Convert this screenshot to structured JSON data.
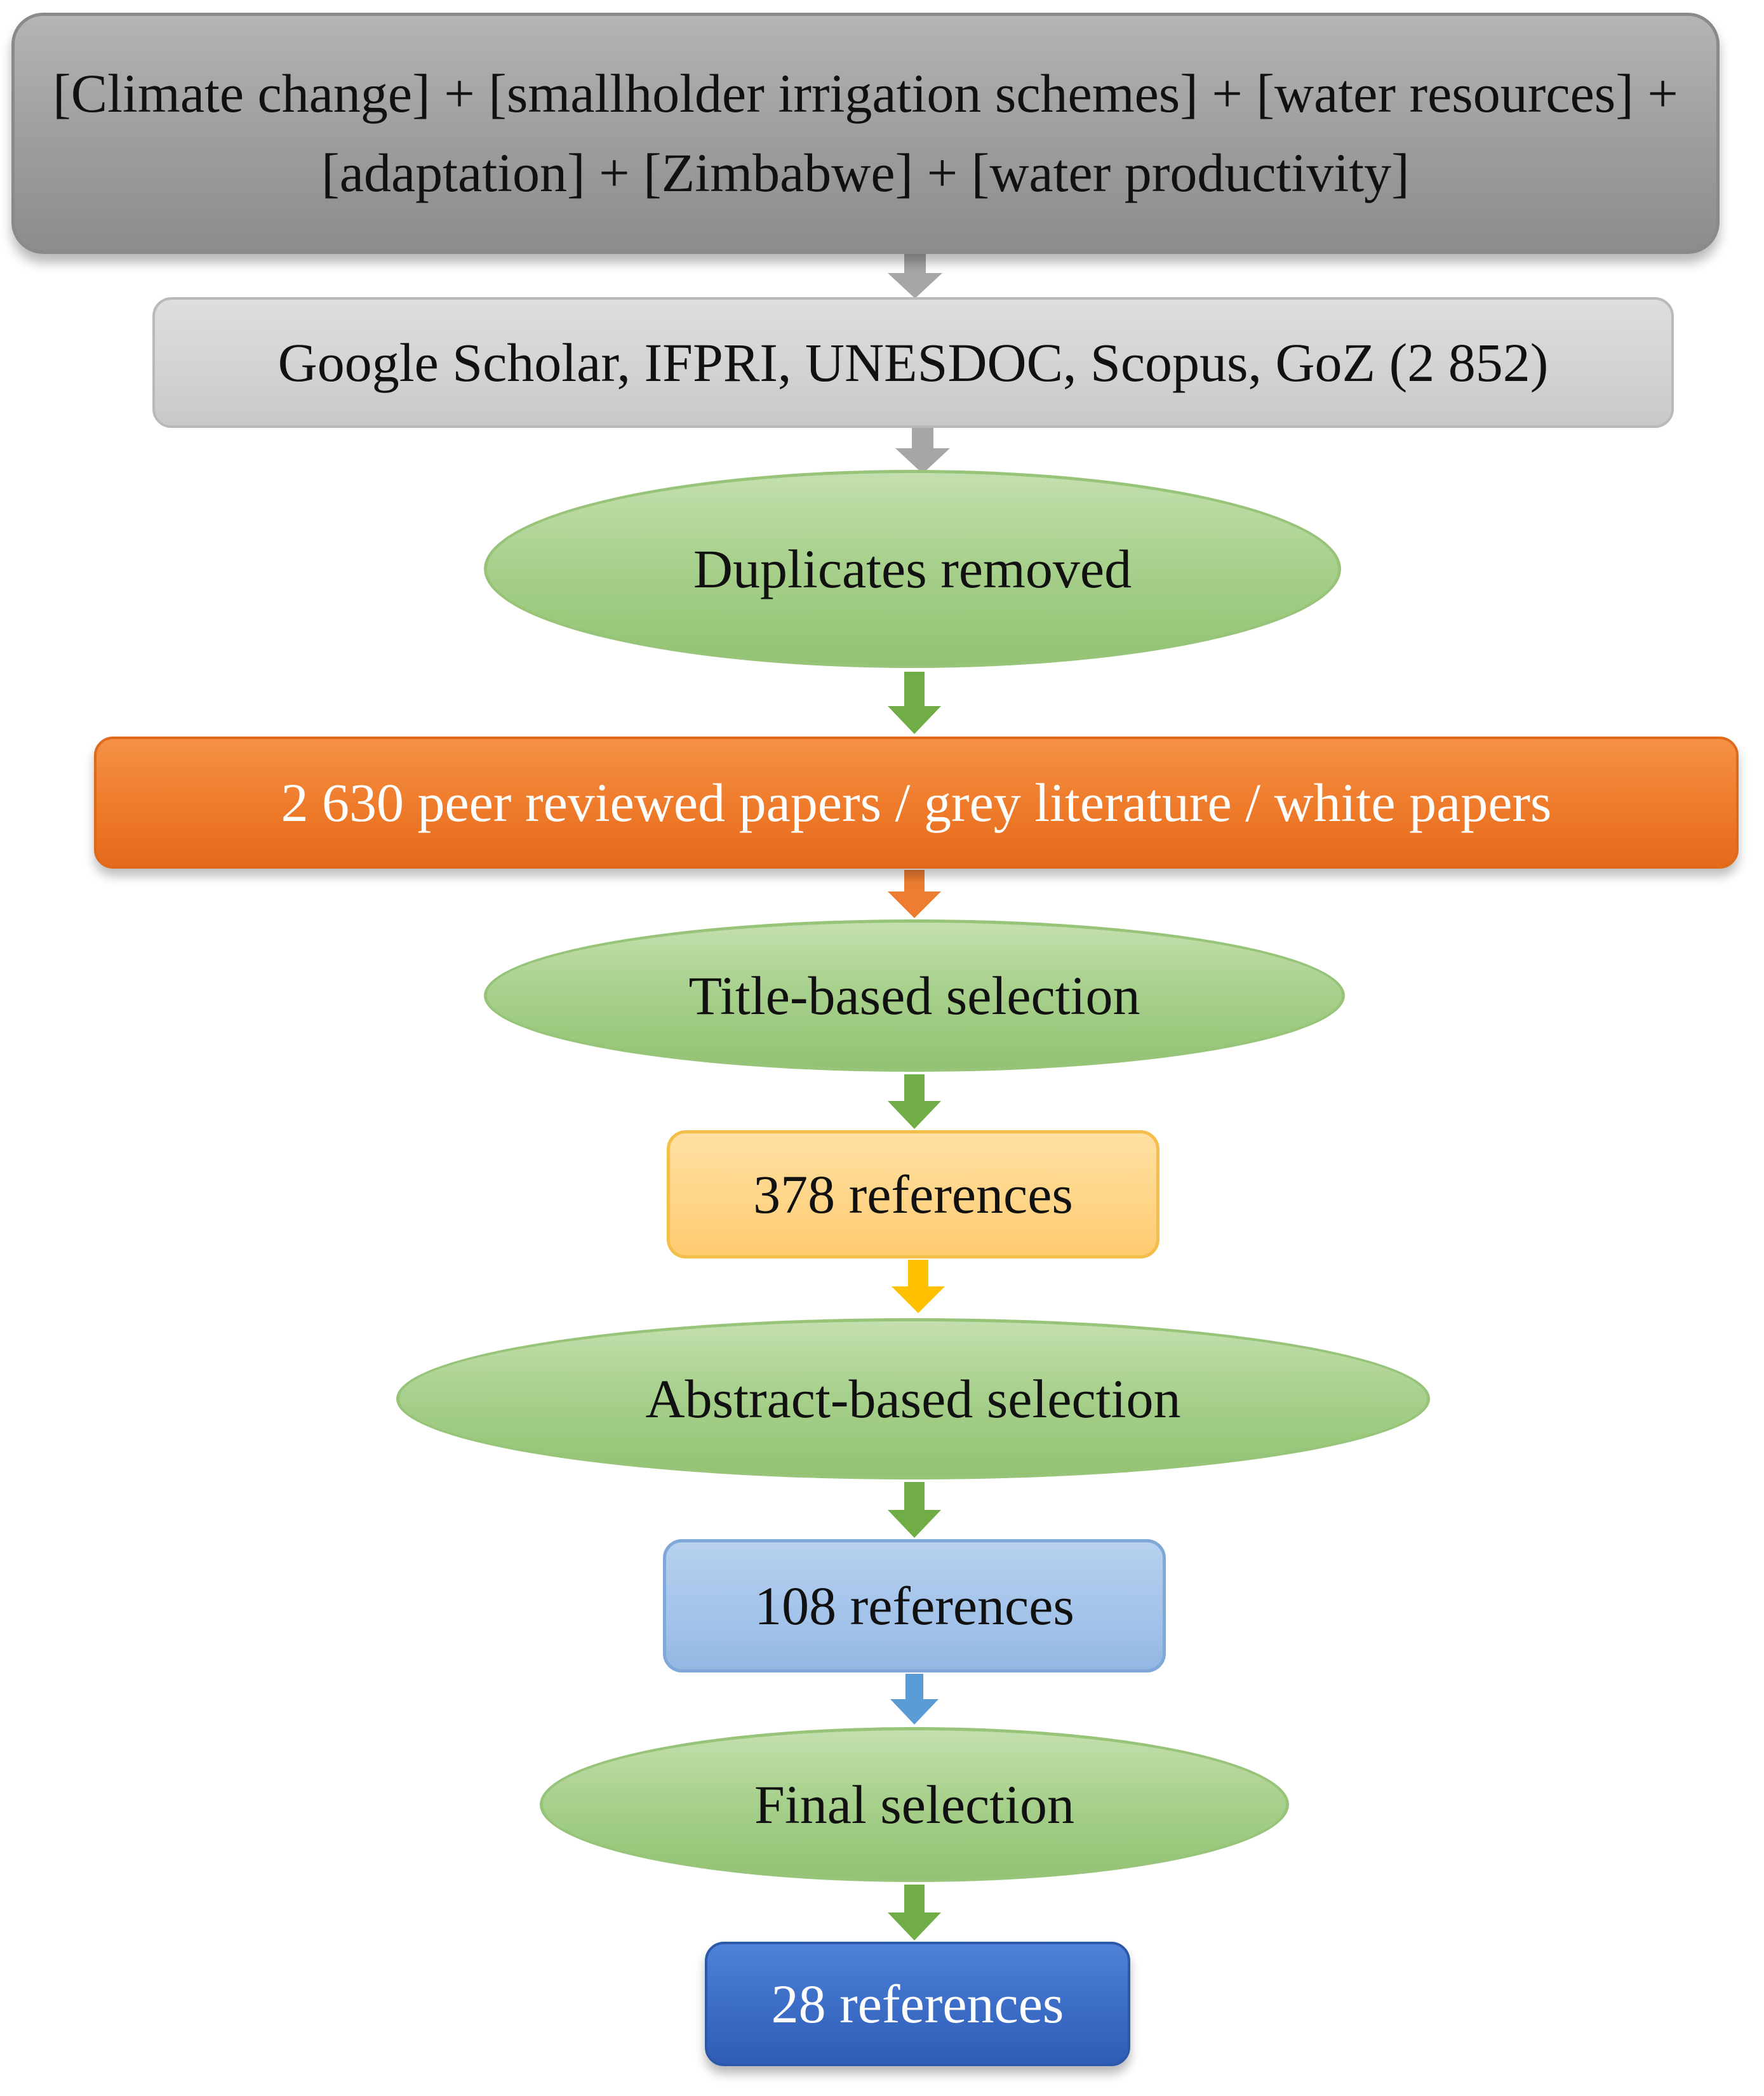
{
  "flowchart": {
    "query": "[Climate change] + [smallholder irrigation schemes] + [water resources] + [adaptation] + [Zimbabwe] + [water productivity]",
    "databases": "Google Scholar, IFPRI, UNESDOC, Scopus, GoZ (2 852)",
    "duplicates_removed": "Duplicates removed",
    "papers_2630": "2 630 peer reviewed papers / grey literature / white papers",
    "title_selection": "Title-based selection",
    "refs_378": "378 references",
    "abstract_selection": "Abstract-based selection",
    "refs_108": "108 references",
    "final_selection": "Final selection",
    "refs_28": "28 references"
  },
  "colors": {
    "query_box": "#9d9d9d",
    "database_box": "#d2d2d2",
    "ellipse_green": "#a9d18e",
    "orange_box": "#ee7a2a",
    "yellow_box": "#ffd485",
    "light_blue_box": "#a3c3ea",
    "dark_blue_box": "#3b6cc6",
    "arrow_gray": "#a6a6a6",
    "arrow_green": "#70ad47",
    "arrow_orange": "#ed7d31",
    "arrow_yellow": "#ffc000",
    "arrow_blue": "#5b9bd5"
  }
}
